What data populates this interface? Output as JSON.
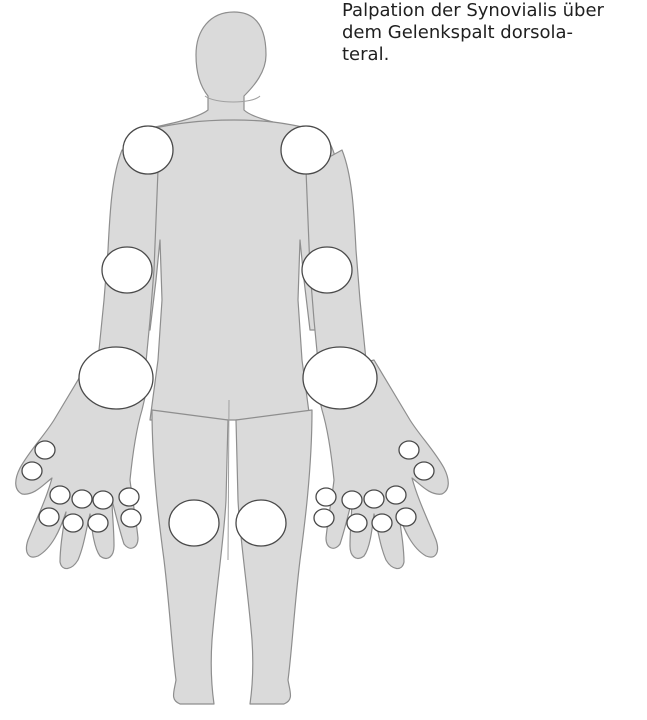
{
  "caption": "Palpation der Synovialis über\ndem Gelenkspalt dorsola-\nteral.",
  "colors": {
    "body_fill": "#dadada",
    "outline": "#8e8e8e",
    "joint_fill": "#ffffff",
    "joint_stroke": "#4a4a4a"
  },
  "joints": {
    "major": [
      "shoulder-right",
      "shoulder-left",
      "elbow-right",
      "elbow-left",
      "wrist-right",
      "wrist-left",
      "knee-right",
      "knee-left"
    ],
    "hand_small_joints_per_hand": 10
  }
}
